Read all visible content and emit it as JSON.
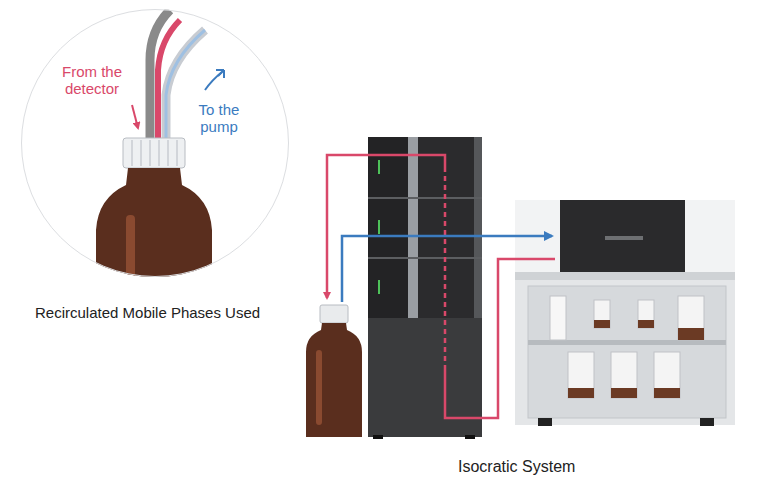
{
  "diagram": {
    "nodes": [
      {
        "text": [
          "From the detector",
          "To the pump"
        ]
      }
    ],
    "labels": [
      "Recirculated Mobile Phases Used",
      "Isocratic System"
    ]
  }
}
